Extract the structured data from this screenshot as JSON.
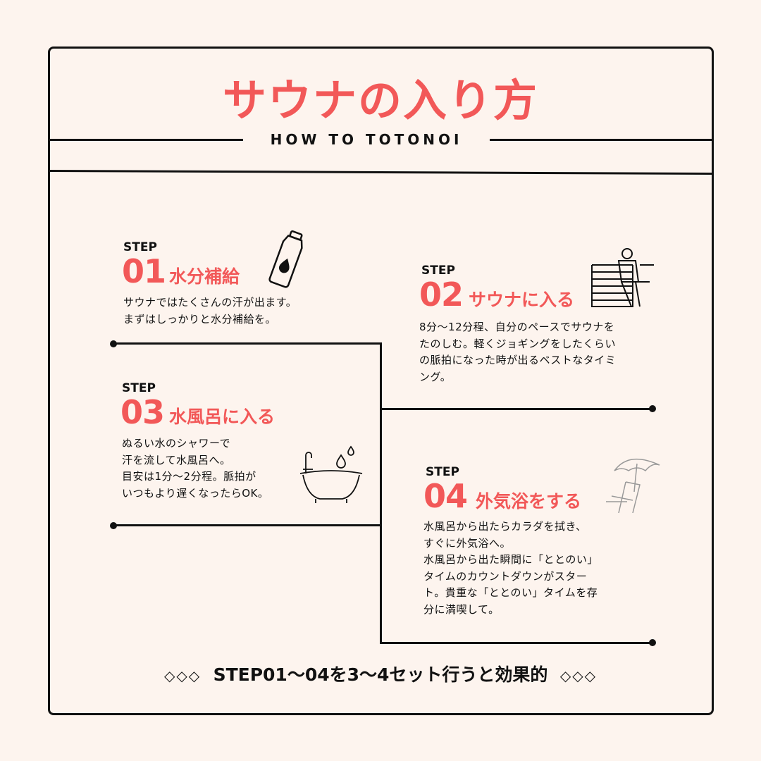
{
  "title": "サウナの入り方",
  "subtitle": "HOW TO TOTONOI",
  "steps": [
    {
      "label": "STEP",
      "num": "01",
      "heading": "水分補給",
      "body": "サウナではたくさんの汗が出ます。\nまずはしっかりと水分補給を。",
      "icon": "water-bottle-icon"
    },
    {
      "label": "STEP",
      "num": "02",
      "heading": "サウナに入る",
      "body": "8分〜12分程、自分のペースでサウナを\nたのしむ。軽くジョギングをしたくらい\nの脈拍になった時が出るベストなタイミ\nング。",
      "icon": "sauna-person-icon"
    },
    {
      "label": "STEP",
      "num": "03",
      "heading": "水風呂に入る",
      "body": "ぬるい水のシャワーで\n汗を流して水風呂へ。\n目安は1分〜2分程。脈拍が\nいつもより遅くなったらOK。",
      "icon": "bathtub-icon"
    },
    {
      "label": "STEP",
      "num": "04",
      "heading": "外気浴をする",
      "body": "水風呂から出たらカラダを拭き、\nすぐに外気浴へ。\n水風呂から出た瞬間に「ととのい」\nタイムのカウントダウンがスター\nト。貴重な「ととのい」タイムを存\n分に満喫して。",
      "icon": "beach-chair-icon"
    }
  ],
  "footer": {
    "deco_left": "◇◇◇",
    "text": "STEP01〜04を3〜4セット行うと効果的",
    "deco_right": "◇◇◇"
  },
  "colors": {
    "accent": "#f25858",
    "background": "#fdf4ee",
    "ink": "#111111"
  }
}
